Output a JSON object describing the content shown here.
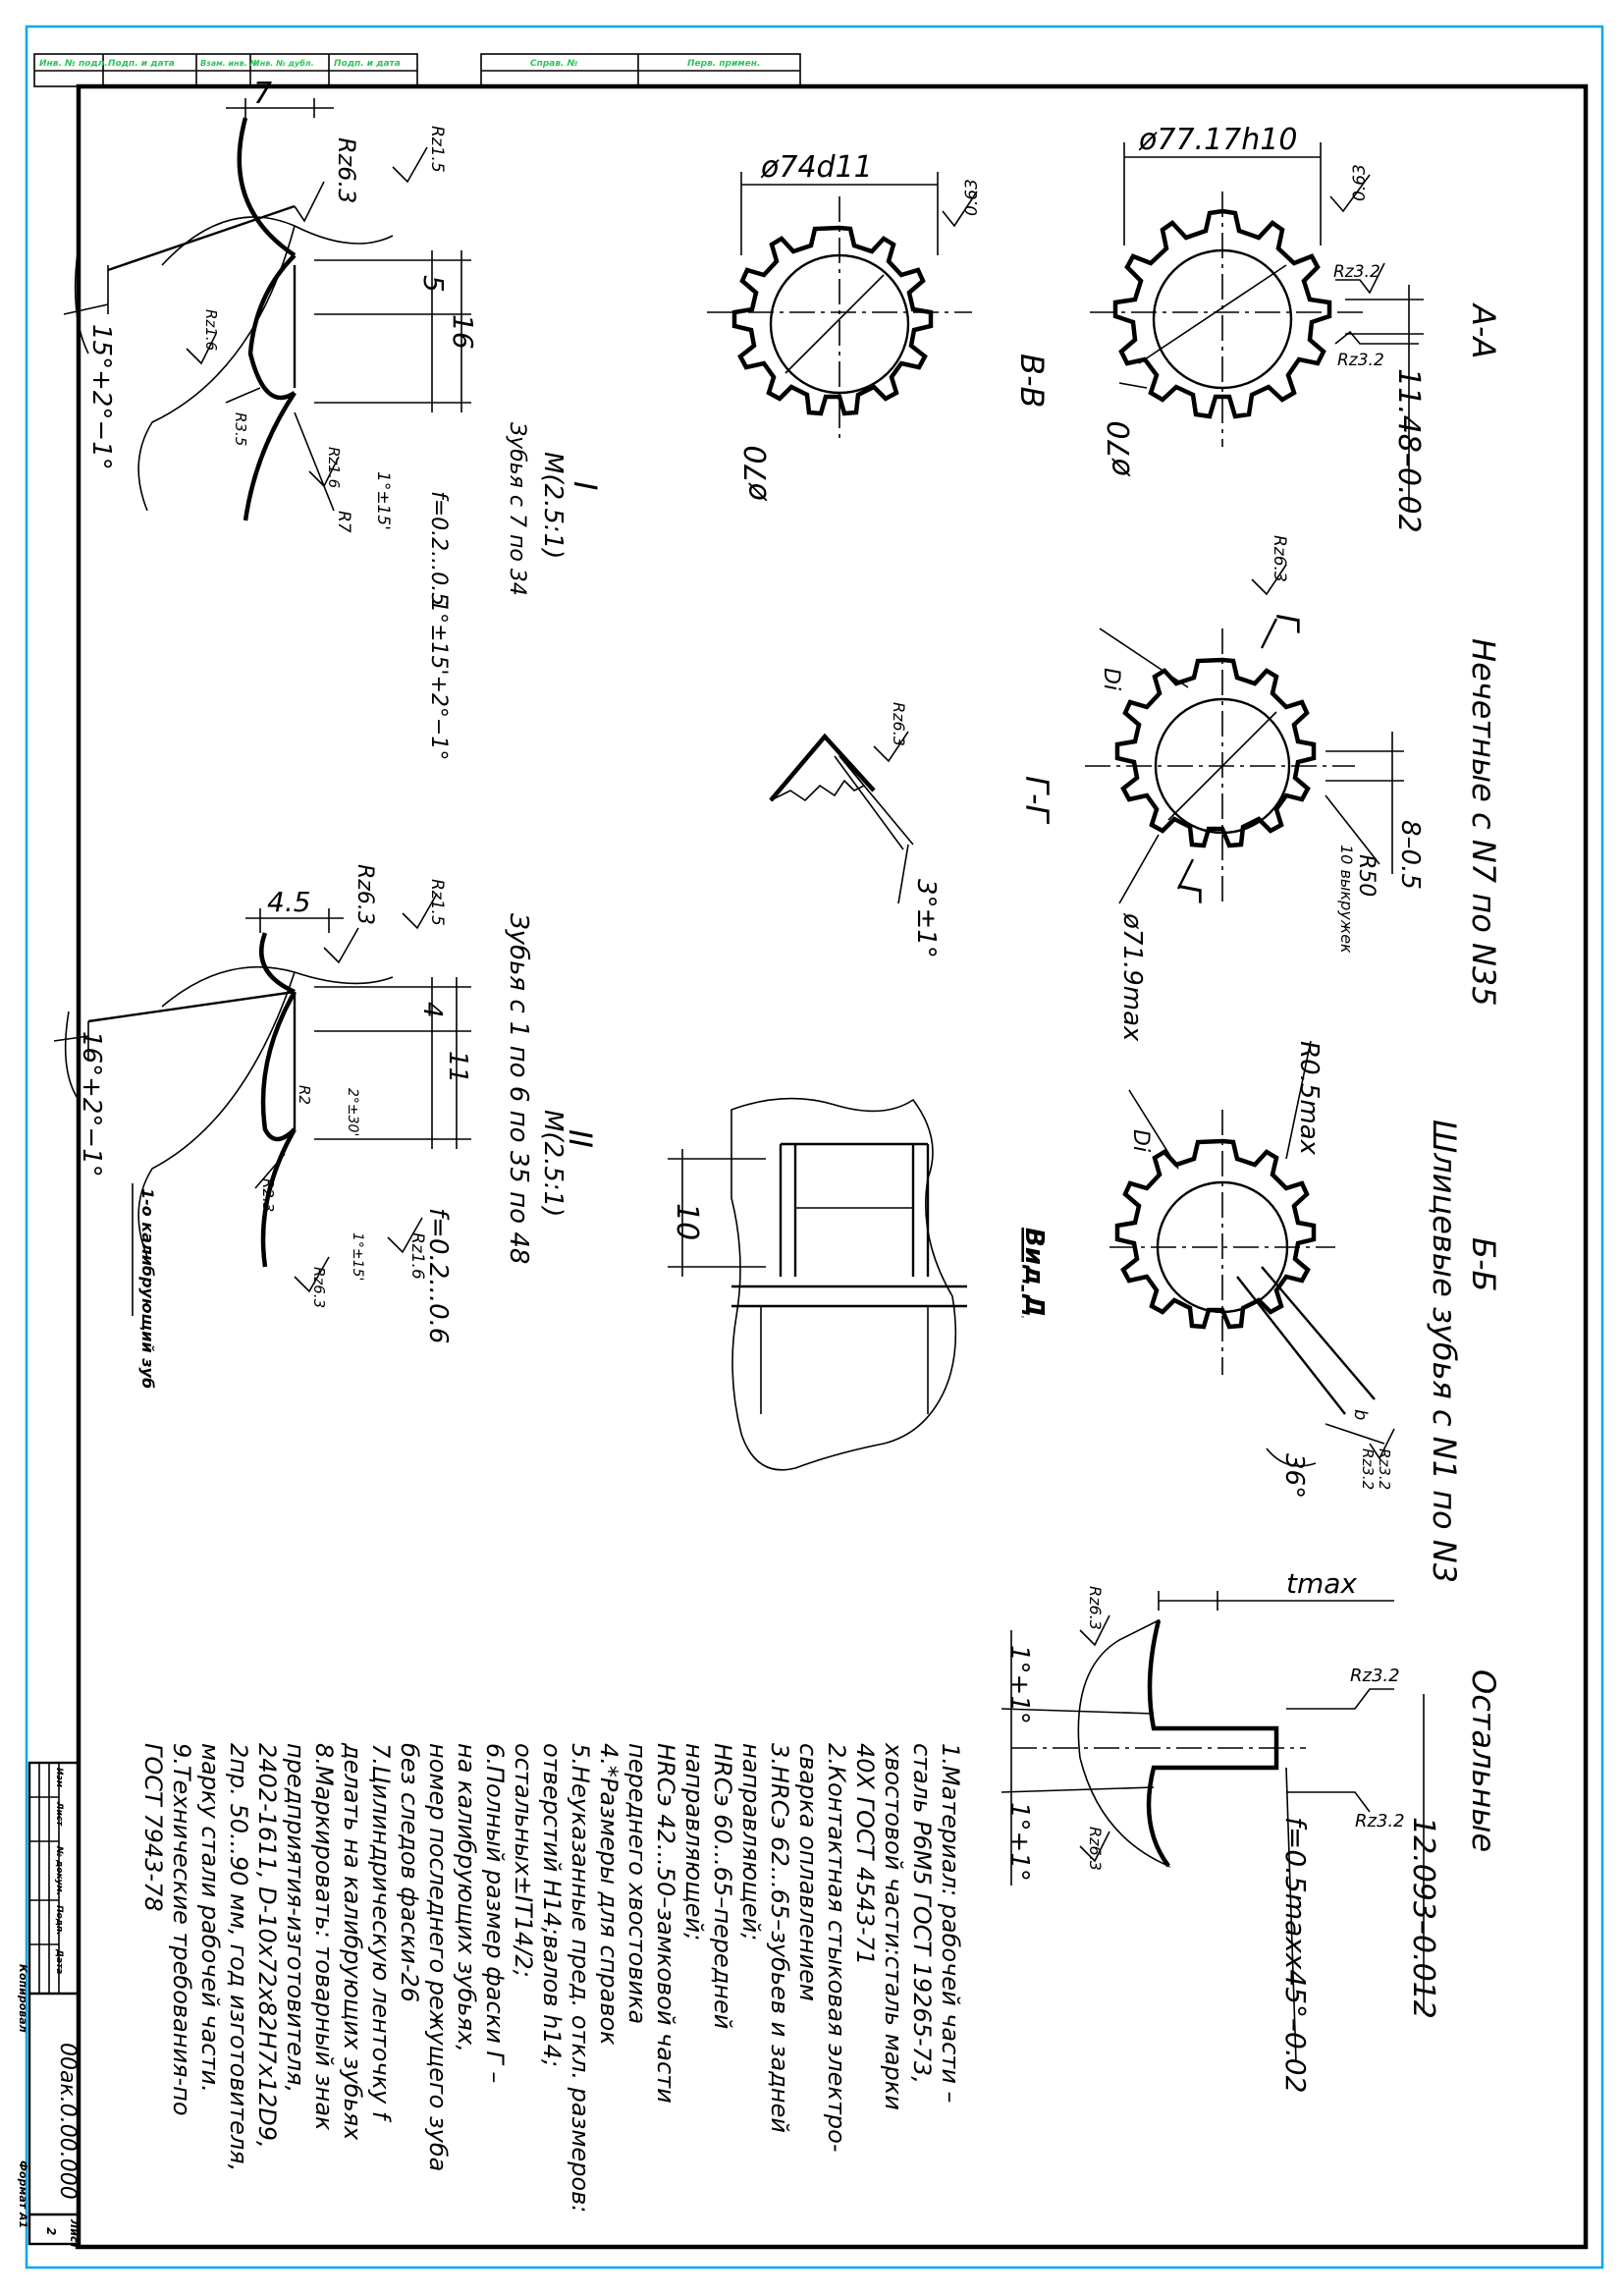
{
  "stamp_fields": [
    "Инв. № подл.",
    "Подп. и дата",
    "Взам. инв. №",
    "Инв. № дубл.",
    "Подп. и дата",
    "Справ. №",
    "Перв. примен."
  ],
  "views": {
    "aa": {
      "title": "А-А",
      "dim_outer": "ø77.17h10",
      "dim_inner": "ø70",
      "rough_outer": "0.63",
      "rough_side1": "Rz3.2",
      "rough_side2": "Rz3.2",
      "dim_width": "11.48–0.02"
    },
    "vv": {
      "title": "В-В",
      "dim_outer": "ø74d11",
      "dim_inner": "ø70",
      "rough": "0.63"
    },
    "bb_odd": {
      "caption": "Нечетные с N7 по N35",
      "rough": "Rz6.3",
      "sect": "Г",
      "di": "Di",
      "dim_width": "8–0.5",
      "radius": "R50",
      "notches": "10 выкружек",
      "dim_diam": "ø71.9max"
    },
    "gg": {
      "title": "Г-Г",
      "rough": "Rz6.3",
      "angle": "3°±1°"
    },
    "bb": {
      "title": "Б-Б",
      "caption": "Шлицевые зубья с N1 по N3",
      "radius": "R0.5max",
      "di": "Di",
      "rough1": "Rz3.2",
      "rough2": "Rz3.2",
      "dim_b": "b",
      "angle": "36°"
    },
    "vid_d": {
      "title": "Вид Д",
      "dim": "10"
    },
    "rest": {
      "caption": "Остальные",
      "tmax": "tmax",
      "rough_top": "Rz3.2",
      "rough_bot": "Rz3.2",
      "rough_l": "Rz6.3",
      "rough_l2": "Rz6.3",
      "angle1": "1°+1°",
      "angle2": "1°+1°",
      "dim_len": "12.093–0.012",
      "dim_f": "f=0.5maxx45°–0.02"
    },
    "detail1": {
      "title": "I",
      "scale": "М(2.5:1)",
      "caption": "Зубья с 7 по 34",
      "dim_7": "7",
      "rz63": "Rz6.3",
      "rz15": "Rz1.5",
      "rz16": "Rz1.6",
      "rz16b": "Rz1.6",
      "dim_5": "5",
      "dim_16": "16",
      "angle": "15°+2°−1°",
      "r35": "R3.5",
      "r7": "R7",
      "ang1": "1°±15'",
      "note_f": "f=0.2...0.5",
      "ang2": "1°±15'+2°−1°"
    },
    "detail2": {
      "title": "II",
      "scale": "М(2.5:1)",
      "caption": "Зубья с 1 по 6 по 35 по 48",
      "dim_45": "4.5",
      "rz63": "Rz6.3",
      "rz15": "Rz1.5",
      "dim_4": "4",
      "dim_11": "11",
      "angle": "16°+2°−1°",
      "r2": "R2",
      "a2": "2°±30'",
      "r23": "R2.3",
      "rz16": "Rz1.6",
      "rz63b": "Rz6.3",
      "a1": "1°±15'",
      "note_f": "f=0.2...0.6",
      "calib": "1-о калибрующий зуб"
    }
  },
  "notes": [
    "1.Материал: рабочей части –",
    "сталь Р6М5 ГОСТ 19265-73,",
    "хвостовой части:сталь марки",
    "40Х ГОСТ 4543-71",
    "2.Контактная стыковая электро-",
    "сварка оплавлением",
    "3.HRCэ 62...65–зубьев и задней",
    "направляющей;",
    "HRCэ 60...65–передней",
    "направляющей;",
    "HRCэ 42...50–замковой части",
    "переднего хвостовика",
    "4.*Размеры для справок",
    "5.Неуказанные пред. откл. размеров:",
    "отверстий H14;валов h14;",
    "остальных±IT14/2;",
    "6.Полный размер фаски Г –",
    "на калибрующих зубьях,",
    "номер последнего режущего зуба",
    "без следов фаски-26",
    "7.Цилиндрическую ленточку f",
    "делать на калибрующих зубьях",
    "8.Маркировать: товарный знак",
    "предприятия-изготовителя,",
    "2402-1611, D-10x72x82H7x12D9,",
    "2пр. 50...90 мм, год изготовителя,",
    "марку стали рабочей части.",
    "9.Технические требования-по",
    "ГОСТ 7943-78"
  ],
  "title_block": {
    "designation": "00ак.0.00.000",
    "format": "Формат А1",
    "copied": "Копировал",
    "sheet_label": "Лист",
    "sheet_no": "2",
    "cols": [
      "Изм",
      "Лист",
      "№ докум.",
      "Подп.",
      "Дата"
    ]
  }
}
